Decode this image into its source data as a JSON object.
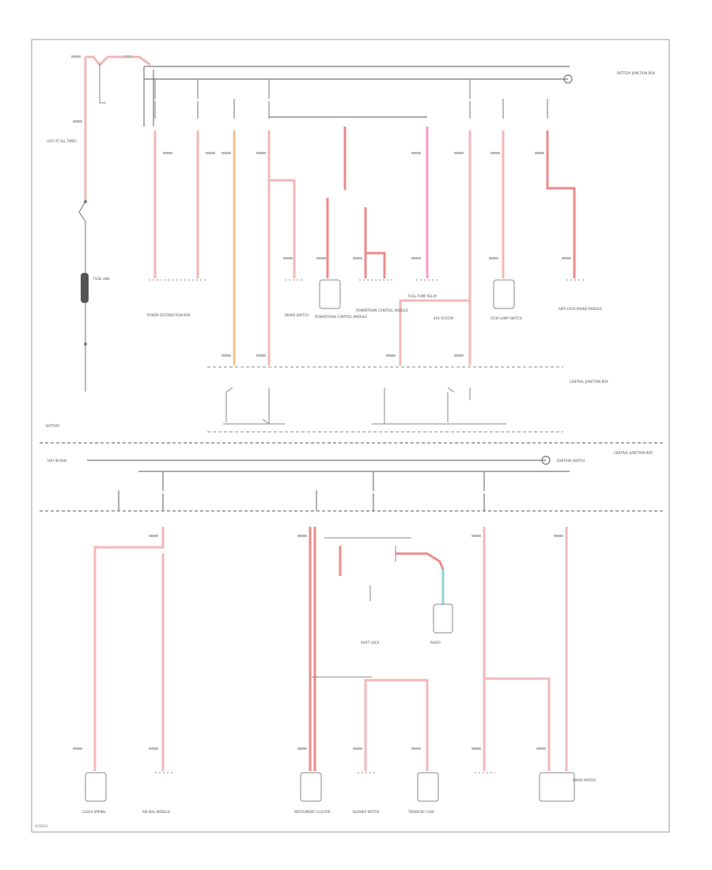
{
  "diagram": {
    "title": "Power Distribution Wiring Diagram",
    "sheet_ref": "W38901",
    "battery_label": "BATTERY",
    "top_labels": [
      "HOT AT ALL TIMES",
      "FUSE LINK",
      "BATTERY JUNCTION BOX",
      "CENTRAL JUNCTION BOX"
    ],
    "bottom_labels": [
      "HOT IN RUN",
      "IGNITION SWITCH",
      "CENTRAL JUNCTION BOX"
    ],
    "top_components": [
      "POWER DISTRIBUTION BOX",
      "BRAKE SWITCH",
      "POWERTRAIN CONTROL MODULE",
      "POWERTRAIN CONTROL MODULE",
      "FUEL PUMP RELAY",
      "4X4 SYSTEM",
      "STOP LAMP SWITCH",
      "ANTI-LOCK BRAKE MODULE"
    ],
    "bottom_components": [
      "CLOCK SPRING",
      "AIR BAG MODULE",
      "INSTRUMENT CLUSTER",
      "BLOWER MOTOR",
      "TRANSFER CASE",
      "SHIFT LOCK",
      "RADIO",
      "WIPER MOTOR"
    ],
    "colors": {
      "pink_wire": "#f2b8b8",
      "red_wire": "#ee8a8a",
      "orange_wire": "#f6c08a",
      "magenta_wire": "#f49ad2",
      "cyan_wire": "#8fd6d6",
      "line": "#777777",
      "border": "#888888"
    }
  }
}
